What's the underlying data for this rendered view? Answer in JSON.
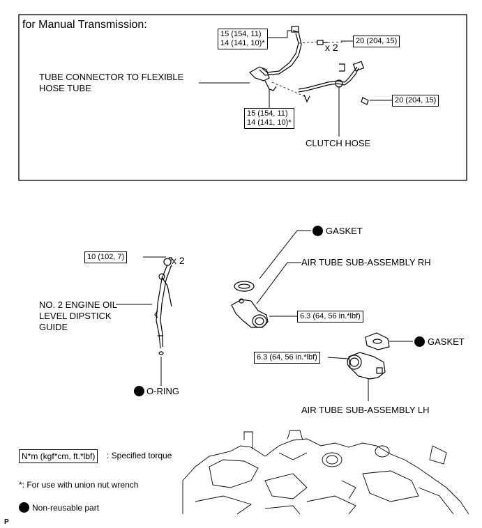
{
  "manual_section": {
    "title": "for Manual Transmission:",
    "torque_tube_top": [
      "15 (154, 11)",
      "14 (141, 10)*"
    ],
    "bolt_count_top": "x 2",
    "torque_bolt_top": "20 (204, 15)",
    "tube_connector_label": [
      "TUBE CONNECTOR TO FLEXIBLE",
      "HOSE TUBE"
    ],
    "torque_tube_bottom": [
      "15 (154, 11)",
      "14 (141, 10)*"
    ],
    "torque_bolt_bottom": "20 (204, 15)",
    "clutch_hose_label": "CLUTCH HOSE"
  },
  "engine_section": {
    "dipstick_torque": "10 (102, 7)",
    "dipstick_bolt_count": "x 2",
    "dipstick_label": [
      "NO. 2 ENGINE OIL",
      "LEVEL DIPSTICK",
      "GUIDE"
    ],
    "oring_label": "O-RING",
    "gasket_rh_label": "GASKET",
    "air_tube_rh_label": "AIR TUBE SUB-ASSEMBLY RH",
    "air_tube_rh_torque": "6.3 (64, 56 in.*lbf)",
    "gasket_lh_label": "GASKET",
    "air_tube_lh_torque": "6.3 (64, 56 in.*lbf)",
    "air_tube_lh_label": "AIR TUBE SUB-ASSEMBLY LH"
  },
  "legend": {
    "torque_unit_box": "N*m (kgf*cm, ft.*lbf)",
    "torque_unit_desc": ": Specified torque",
    "asterisk_note": "*: For use with union nut wrench",
    "nonreusable_label": "Non-reusable part"
  },
  "corner_mark": "P"
}
